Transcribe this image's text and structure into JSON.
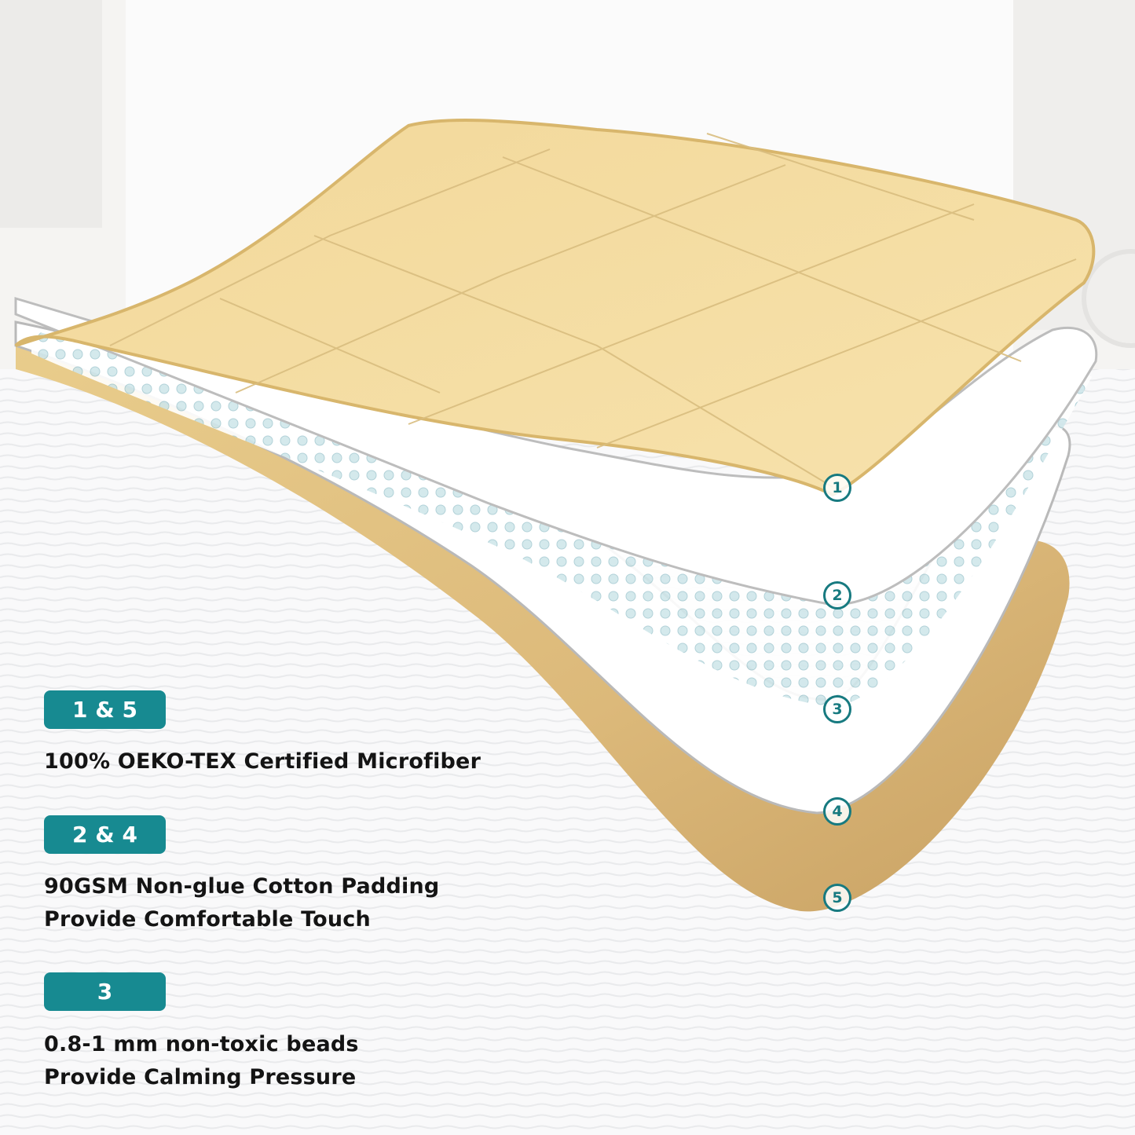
{
  "legend": [
    {
      "badge": "1 & 5",
      "lines": [
        "100% OEKO-TEX Certified Microfiber"
      ]
    },
    {
      "badge": "2 & 4",
      "lines": [
        "90GSM Non-glue Cotton Padding",
        "Provide Comfortable Touch"
      ]
    },
    {
      "badge": "3",
      "lines": [
        "0.8-1 mm non-toxic beads",
        "Provide Calming Pressure"
      ]
    }
  ],
  "layer_markers": [
    "1",
    "2",
    "3",
    "4",
    "5"
  ],
  "colors": {
    "badge": "#178a91",
    "marker": "#177a80",
    "quilt_top": "#f4dc9e",
    "quilt_bottom": "#e2c184",
    "text": "#141414"
  }
}
